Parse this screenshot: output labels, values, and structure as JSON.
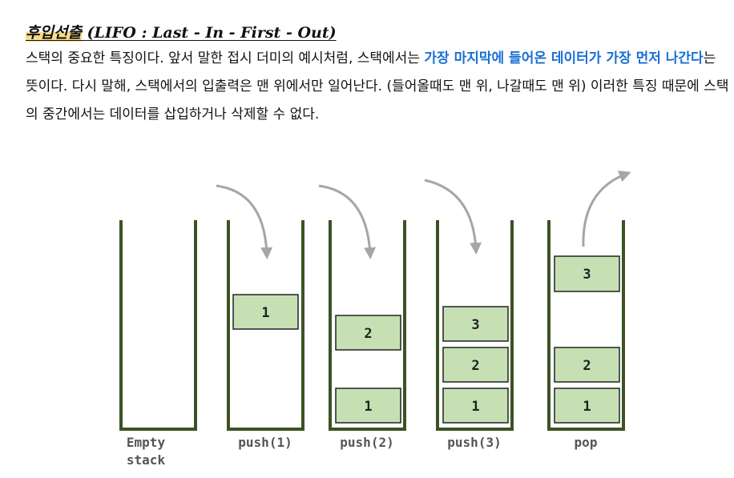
{
  "heading": {
    "korean": "후입선출",
    "latin": "(LIFO : Last - In - First - Out)"
  },
  "paragraph": {
    "part1": "스택의 중요한 특징이다. 앞서 말한 접시 더미의 예시처럼, 스택에서는 ",
    "emphasis": "가장 마지막에 들어온 데이터가 가장 먼저 나간다",
    "part2": "는 뜻이다. 다시 말해, 스택에서의 입출력은 맨 위에서만 일어난다. (들어올때도 맨 위, 나갈때도 맨 위) 이러한 특징 때문에 스택의 중간에서는 데이터를 삽입하거나 삭제할 수 없다."
  },
  "colors": {
    "emphasis": "#1a6fd6",
    "highlight": "#f8dc8c",
    "stack_wall": "#3b5323",
    "block_fill": "#c6e0b4",
    "arrow": "#a6a6a6"
  },
  "stacks": [
    {
      "label": "Empty stack",
      "items": []
    },
    {
      "label": "push(1)",
      "items": [
        "1"
      ]
    },
    {
      "label": "push(2)",
      "items": [
        "1",
        "2"
      ]
    },
    {
      "label": "push(3)",
      "items": [
        "1",
        "2",
        "3"
      ]
    },
    {
      "label": "pop",
      "items": [
        "1",
        "2",
        "3"
      ]
    }
  ]
}
